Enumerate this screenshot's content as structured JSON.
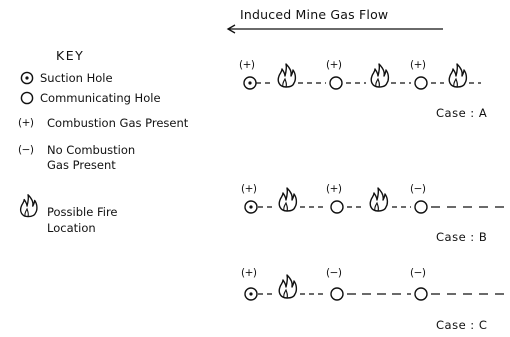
{
  "flow": {
    "title": "Induced Mine Gas Flow"
  },
  "key": {
    "title": "KEY",
    "items": [
      {
        "icon": "suction-hole-icon",
        "label": "Suction Hole"
      },
      {
        "icon": "communicating-hole-icon",
        "label": "Communicating Hole"
      },
      {
        "symbol": "(+)",
        "label": "Combustion Gas Present"
      },
      {
        "symbol": "(−)",
        "label": "No Combustion",
        "label2": "Gas Present"
      },
      {
        "icon": "fire-icon",
        "label": "Possible Fire",
        "label2": "Location"
      }
    ]
  },
  "cases": [
    {
      "label": "Case : A",
      "holes": [
        {
          "type": "suction",
          "gas": "(+)"
        },
        {
          "type": "fire"
        },
        {
          "type": "communicating",
          "gas": "(+)"
        },
        {
          "type": "fire"
        },
        {
          "type": "communicating",
          "gas": "(+)"
        },
        {
          "type": "fire"
        }
      ]
    },
    {
      "label": "Case : B",
      "holes": [
        {
          "type": "suction",
          "gas": "(+)"
        },
        {
          "type": "fire"
        },
        {
          "type": "communicating",
          "gas": "(+)"
        },
        {
          "type": "fire"
        },
        {
          "type": "communicating",
          "gas": "(−)"
        }
      ]
    },
    {
      "label": "Case : C",
      "holes": [
        {
          "type": "suction",
          "gas": "(+)"
        },
        {
          "type": "fire"
        },
        {
          "type": "communicating",
          "gas": "(−)"
        },
        {
          "type": "communicating",
          "gas": "(−)"
        }
      ]
    }
  ]
}
